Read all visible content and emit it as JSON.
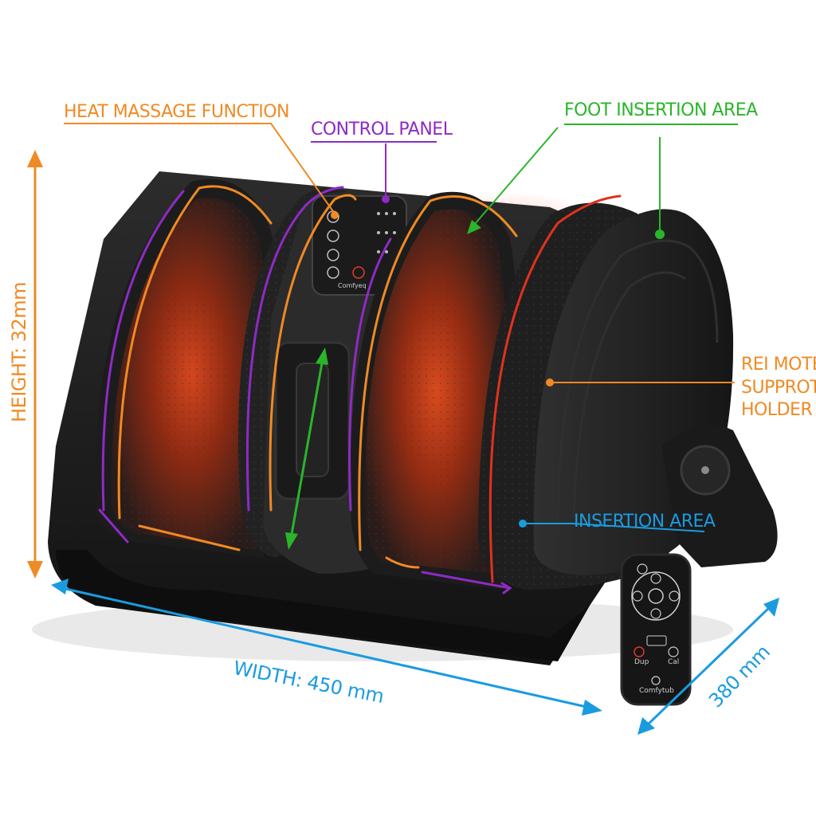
{
  "labels": {
    "heat": "HEAT MASSAGE FUNCTION",
    "control": "CONTROL PANEL",
    "foot": "FOOT INSERTION AREA",
    "remote_line1": "REI MOTE",
    "remote_line2": "SUPPROT",
    "remote_line3": "HOLDER",
    "insertion": "INSERTION AREA",
    "width": "WIDTH: 450 mm",
    "depth": "380 mm",
    "height": "HEIGHT: 32mm"
  },
  "remote": {
    "brand": "Comfytub",
    "label_a": "Dup",
    "label_b": "Cal"
  },
  "control_panel": {
    "brand": "Comfyeq"
  },
  "colors": {
    "orange": "#f08a24",
    "purple": "#8e2bc4",
    "green": "#2ab52a",
    "blue": "#1a9be0",
    "red": "#e0321e",
    "device_body": "#1e1e1e"
  }
}
